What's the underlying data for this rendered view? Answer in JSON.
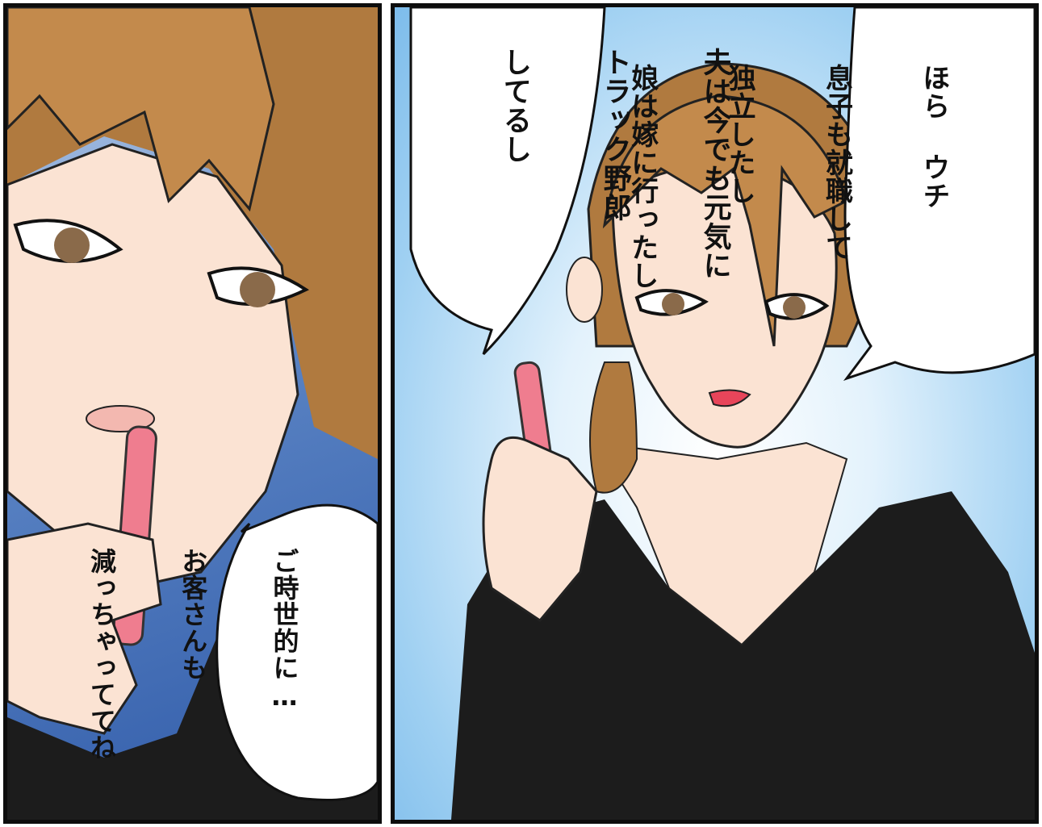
{
  "panels": [
    {
      "id": "left",
      "speech": {
        "lines": [
          "ご時世的に…",
          "お客さんも",
          "減っちゃっててね"
        ]
      }
    },
    {
      "id": "right",
      "speech_left": {
        "lines": [
          "夫は今でも元気に",
          "トラック野郎",
          "してるし"
        ]
      },
      "speech_right": {
        "lines": [
          "ほら ウチ",
          "息子も就職して",
          "独立したし",
          "娘は嫁に行ったし"
        ]
      }
    }
  ],
  "colors": {
    "hair": "#b07a3f",
    "skin": "#fbe3d3",
    "shirt": "#1c1c1c",
    "device": "#ef7d8f",
    "sky": "#9fd0f2",
    "left_bg": "#3d67b2"
  }
}
